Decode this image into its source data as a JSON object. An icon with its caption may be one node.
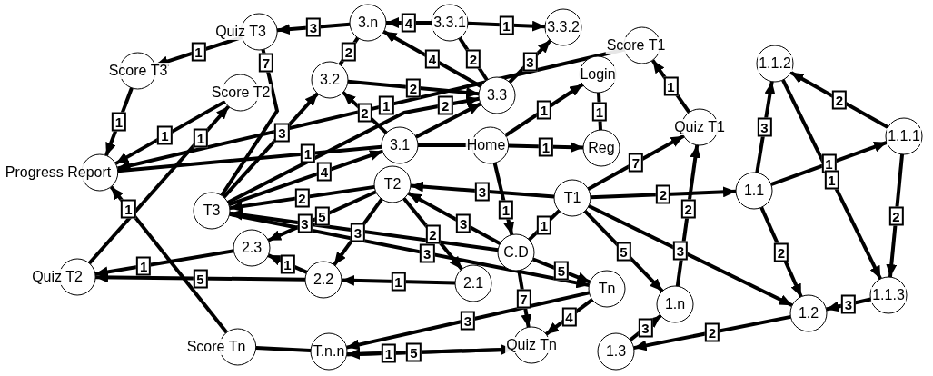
{
  "diagram": {
    "nodes": [
      {
        "text": [
          "Home"
        ]
      },
      {
        "text": [
          "Login"
        ]
      },
      {
        "text": [
          "Reg"
        ]
      },
      {
        "text": [
          "3.1"
        ]
      },
      {
        "text": [
          "3.2"
        ]
      },
      {
        "text": [
          "3.3"
        ]
      },
      {
        "text": [
          "3.n"
        ]
      },
      {
        "text": [
          "3.3.1"
        ]
      },
      {
        "text": [
          "3.3.2"
        ]
      },
      {
        "text": [
          "Score T1"
        ]
      },
      {
        "text": [
          "Quiz T1"
        ]
      },
      {
        "text": [
          "T1"
        ]
      },
      {
        "text": [
          "1.1"
        ]
      },
      {
        "text": [
          "1.1.2"
        ]
      },
      {
        "text": [
          "1.1.1"
        ]
      },
      {
        "text": [
          "1.1.3"
        ]
      },
      {
        "text": [
          "1.2"
        ]
      },
      {
        "text": [
          "1.n"
        ]
      },
      {
        "text": [
          "1.3"
        ]
      },
      {
        "text": [
          "Tn"
        ]
      },
      {
        "text": [
          "C.D"
        ]
      },
      {
        "text": [
          "T2"
        ]
      },
      {
        "text": [
          "2.1"
        ]
      },
      {
        "text": [
          "2.2"
        ]
      },
      {
        "text": [
          "2.3"
        ]
      },
      {
        "text": [
          "T3"
        ]
      },
      {
        "text": [
          "Quiz T2"
        ]
      },
      {
        "text": [
          "Score Tn"
        ]
      },
      {
        "text": [
          "T.n.n"
        ]
      },
      {
        "text": [
          "Quiz Tn"
        ]
      },
      {
        "text": [
          "Progress Report"
        ]
      },
      {
        "text": [
          "Score T2"
        ]
      },
      {
        "text": [
          "Score T3"
        ]
      },
      {
        "text": [
          "Quiz T3"
        ]
      }
    ],
    "edges": [
      {
        "from": 6,
        "to": 33,
        "arrow": "to",
        "label": "3"
      },
      {
        "from": 33,
        "to": 32,
        "arrow": "to",
        "label": "1"
      },
      {
        "from": 32,
        "to": 30,
        "arrow": "to",
        "label": "1"
      },
      {
        "from": 31,
        "to": 30,
        "arrow": "to",
        "label": "1"
      },
      {
        "from": 25,
        "to": 33,
        "arrow": "to",
        "label": "7"
      },
      {
        "from": 26,
        "to": 31,
        "arrow": "to",
        "label": "1"
      },
      {
        "from": 7,
        "to": 6,
        "arrow": "to",
        "label": "4"
      },
      {
        "from": 7,
        "to": 8,
        "arrow": "to",
        "label": "1"
      },
      {
        "from": 5,
        "to": 6,
        "arrow": "to",
        "label": "4"
      },
      {
        "from": 5,
        "to": 7,
        "arrow": "none",
        "label": "2"
      },
      {
        "from": 5,
        "to": 8,
        "arrow": "to",
        "label": "3"
      },
      {
        "from": 4,
        "to": 6,
        "arrow": "none",
        "label": "2"
      },
      {
        "from": 4,
        "to": 5,
        "arrow": "to",
        "label": "2"
      },
      {
        "from": 3,
        "to": 4,
        "arrow": "to",
        "label": "2"
      },
      {
        "from": 3,
        "to": 5,
        "arrow": "to"
      },
      {
        "from": 9,
        "to": 30,
        "arrow": "to",
        "label": "1"
      },
      {
        "from": 25,
        "to": 5,
        "arrow": "to",
        "label": "2"
      },
      {
        "from": 25,
        "to": 4,
        "arrow": "to",
        "label": "3"
      },
      {
        "from": 30,
        "to": 3,
        "arrow": "none",
        "label": "1"
      },
      {
        "from": 25,
        "to": 3,
        "arrow": "to",
        "label": "4"
      },
      {
        "from": 0,
        "to": 3,
        "arrow": "none"
      },
      {
        "from": 0,
        "to": 1,
        "arrow": "to",
        "label": "1"
      },
      {
        "from": 1,
        "to": 2,
        "arrow": "none",
        "label": "1"
      },
      {
        "from": 0,
        "to": 2,
        "arrow": "to",
        "label": "1"
      },
      {
        "from": 0,
        "to": 20,
        "arrow": "to",
        "label": "1"
      },
      {
        "from": 11,
        "to": 21,
        "arrow": "to",
        "label": "3"
      },
      {
        "from": 20,
        "to": 21,
        "arrow": "to",
        "label": "3"
      },
      {
        "from": 11,
        "to": 20,
        "arrow": "none",
        "label": "1"
      },
      {
        "from": 11,
        "to": 10,
        "arrow": "to",
        "label": "7"
      },
      {
        "from": 10,
        "to": 9,
        "arrow": "to",
        "label": "1"
      },
      {
        "from": 11,
        "to": 12,
        "arrow": "to",
        "label": "2"
      },
      {
        "from": 11,
        "to": 17,
        "arrow": "to",
        "label": "5"
      },
      {
        "from": 11,
        "to": 16,
        "arrow": "to",
        "label": "3"
      },
      {
        "from": 17,
        "to": 10,
        "arrow": "to",
        "label": "2"
      },
      {
        "from": 18,
        "to": 17,
        "arrow": "to",
        "label": "3"
      },
      {
        "from": 16,
        "to": 18,
        "arrow": "to",
        "label": "2"
      },
      {
        "from": 12,
        "to": 13,
        "arrow": "to",
        "label": "3"
      },
      {
        "from": 12,
        "to": 14,
        "arrow": "to",
        "label": "1"
      },
      {
        "from": 12,
        "to": 16,
        "arrow": "to",
        "label": "2"
      },
      {
        "from": 14,
        "to": 13,
        "arrow": "to",
        "label": "2"
      },
      {
        "from": 13,
        "to": 15,
        "arrow": "to",
        "label": "1"
      },
      {
        "from": 14,
        "to": 15,
        "arrow": "to",
        "label": "2"
      },
      {
        "from": 15,
        "to": 16,
        "arrow": "to",
        "label": "3"
      },
      {
        "from": 20,
        "to": 19,
        "arrow": "to",
        "label": "5"
      },
      {
        "from": 20,
        "to": 29,
        "arrow": "to",
        "label": "7"
      },
      {
        "from": 19,
        "to": 29,
        "arrow": "to",
        "label": "4"
      },
      {
        "from": 19,
        "to": 28,
        "arrow": "to",
        "label": "3"
      },
      {
        "from": 25,
        "to": 19,
        "arrow": "to",
        "label": "3"
      },
      {
        "from": 21,
        "to": 25,
        "arrow": "to",
        "label": "2"
      },
      {
        "from": 20,
        "to": 25,
        "arrow": "to",
        "label": "3"
      },
      {
        "from": 21,
        "to": 23,
        "arrow": "to",
        "label": "3"
      },
      {
        "from": 21,
        "to": 22,
        "arrow": "to",
        "label": "2"
      },
      {
        "from": 22,
        "to": 23,
        "arrow": "to",
        "label": "1"
      },
      {
        "from": 23,
        "to": 24,
        "arrow": "to",
        "label": "1"
      },
      {
        "from": 21,
        "to": 24,
        "arrow": "to",
        "label": "5"
      },
      {
        "from": 24,
        "to": 26,
        "arrow": "to",
        "label": "1"
      },
      {
        "from": 23,
        "to": 26,
        "arrow": "to",
        "label": "5"
      },
      {
        "from": 27,
        "to": 30,
        "arrow": "to",
        "label": "1"
      },
      {
        "from": 29,
        "to": 28,
        "arrow": "to",
        "label": "1"
      },
      {
        "from": 28,
        "to": 29,
        "arrow": "to",
        "label": "5"
      },
      {
        "from": 28,
        "to": 27,
        "arrow": "none"
      }
    ]
  }
}
